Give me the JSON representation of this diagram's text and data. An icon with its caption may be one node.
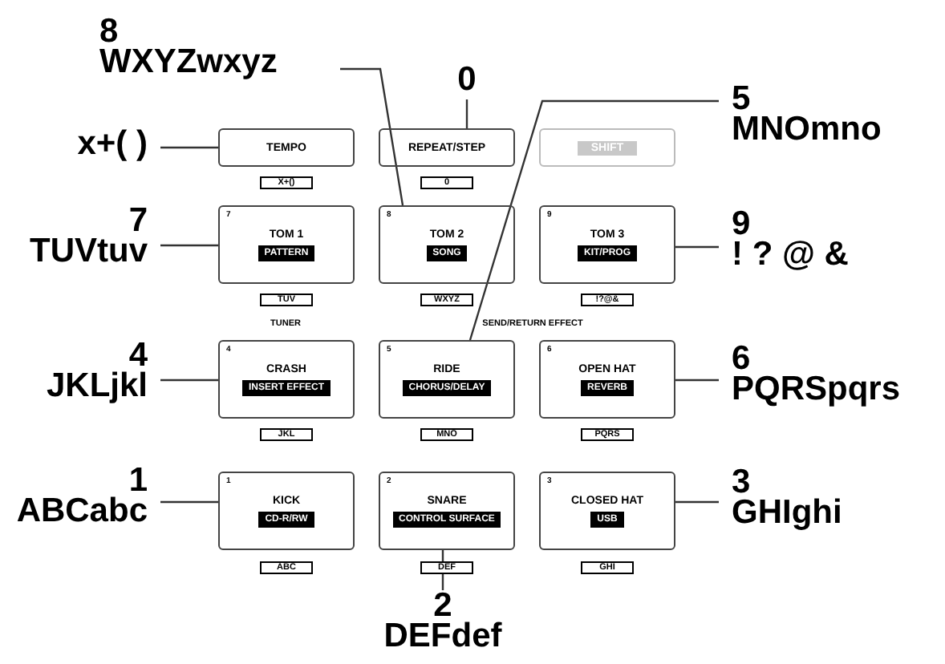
{
  "diagram": {
    "nodes": [
      {
        "text": [
          "8",
          "WXYZwxyz"
        ]
      },
      {
        "text": [
          "0"
        ]
      },
      {
        "text": [
          "5",
          "MNOmno"
        ]
      },
      {
        "text": [
          "x+( )"
        ]
      },
      {
        "text": [
          "TEMPO"
        ]
      },
      {
        "text": [
          "REPEAT/STEP"
        ]
      },
      {
        "text": [
          "SHIFT"
        ]
      },
      {
        "text": [
          "X+()"
        ]
      },
      {
        "text": [
          "0"
        ]
      },
      {
        "text": [
          "7",
          "TUVtuv"
        ]
      },
      {
        "text": [
          "7",
          "TOM 1",
          "PATTERN"
        ]
      },
      {
        "text": [
          "8",
          "TOM 2",
          "SONG"
        ]
      },
      {
        "text": [
          "9",
          "TOM 3",
          "KIT/PROG"
        ]
      },
      {
        "text": [
          "9",
          "! ? @ &"
        ]
      },
      {
        "text": [
          "TUV"
        ]
      },
      {
        "text": [
          "WXYZ"
        ]
      },
      {
        "text": [
          "!?@&"
        ]
      },
      {
        "text": [
          "4",
          "JKLjkl"
        ]
      },
      {
        "text": [
          "4",
          "CRASH",
          "INSERT EFFECT"
        ]
      },
      {
        "text": [
          "5",
          "RIDE",
          "CHORUS/DELAY"
        ]
      },
      {
        "text": [
          "6",
          "OPEN HAT",
          "REVERB"
        ]
      },
      {
        "text": [
          "6",
          "PQRSpqrs"
        ]
      },
      {
        "text": [
          "JKL"
        ]
      },
      {
        "text": [
          "MNO"
        ]
      },
      {
        "text": [
          "PQRS"
        ]
      },
      {
        "text": [
          "1",
          "ABCabc"
        ]
      },
      {
        "text": [
          "1",
          "KICK",
          "CD-R/RW"
        ]
      },
      {
        "text": [
          "2",
          "SNARE",
          "CONTROL SURFACE"
        ]
      },
      {
        "text": [
          "3",
          "CLOSED HAT",
          "USB"
        ]
      },
      {
        "text": [
          "3",
          "GHIghi"
        ]
      },
      {
        "text": [
          "ABC"
        ]
      },
      {
        "text": [
          "DEF"
        ]
      },
      {
        "text": [
          "GHI"
        ]
      },
      {
        "text": [
          "2",
          "DEFdef"
        ]
      }
    ],
    "edges": [
      {
        "from": 0,
        "to": 11,
        "arrow": "none"
      },
      {
        "from": 1,
        "to": 5,
        "arrow": "none"
      },
      {
        "from": 2,
        "to": 19,
        "arrow": "none"
      },
      {
        "from": 3,
        "to": 4,
        "arrow": "none"
      },
      {
        "from": 9,
        "to": 10,
        "arrow": "none"
      },
      {
        "from": 13,
        "to": 12,
        "arrow": "none"
      },
      {
        "from": 17,
        "to": 18,
        "arrow": "none"
      },
      {
        "from": 21,
        "to": 20,
        "arrow": "none"
      },
      {
        "from": 25,
        "to": 26,
        "arrow": "none"
      },
      {
        "from": 29,
        "to": 28,
        "arrow": "none"
      },
      {
        "from": 33,
        "to": 27,
        "arrow": "none"
      }
    ],
    "labels": [
      "TUNER",
      "SEND/RETURN EFFECT"
    ]
  }
}
